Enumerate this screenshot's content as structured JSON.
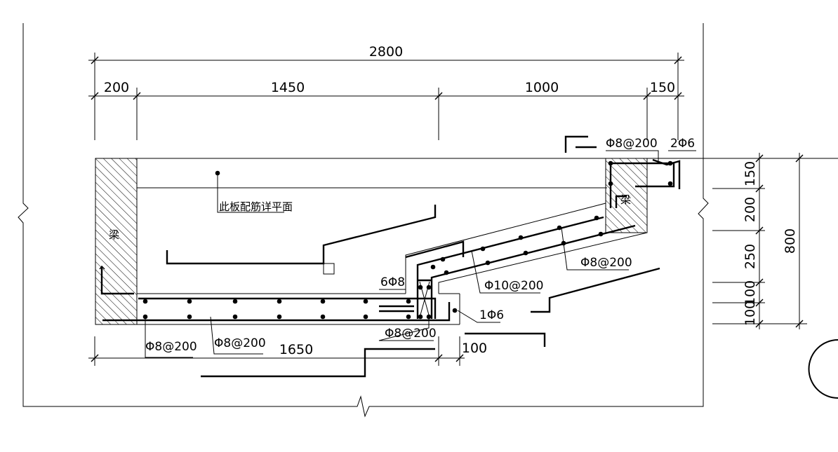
{
  "dimensions": {
    "total_width": "2800",
    "seg_200": "200",
    "seg_1450": "1450",
    "seg_1000": "1000",
    "seg_150": "150",
    "bottom_1650": "1650",
    "bottom_100": "100",
    "total_height": "800",
    "v_150": "150",
    "v_200": "200",
    "v_250": "250",
    "v_100a": "100",
    "v_100b": "100"
  },
  "labels": {
    "beam_left": "梁",
    "beam_right": "梁",
    "slab_note": "此板配筋详平面",
    "rebar_top_right": "Φ8@200",
    "rebar_2phi6": "2Φ6",
    "rebar_slope": "Φ8@200",
    "rebar_phi10": "Φ10@200",
    "rebar_6phi8": "6Φ8",
    "rebar_1phi6": "1Φ6",
    "rebar_mid": "Φ8@200",
    "rebar_bottom_1": "Φ8@200",
    "rebar_bottom_2": "Φ8@200"
  }
}
